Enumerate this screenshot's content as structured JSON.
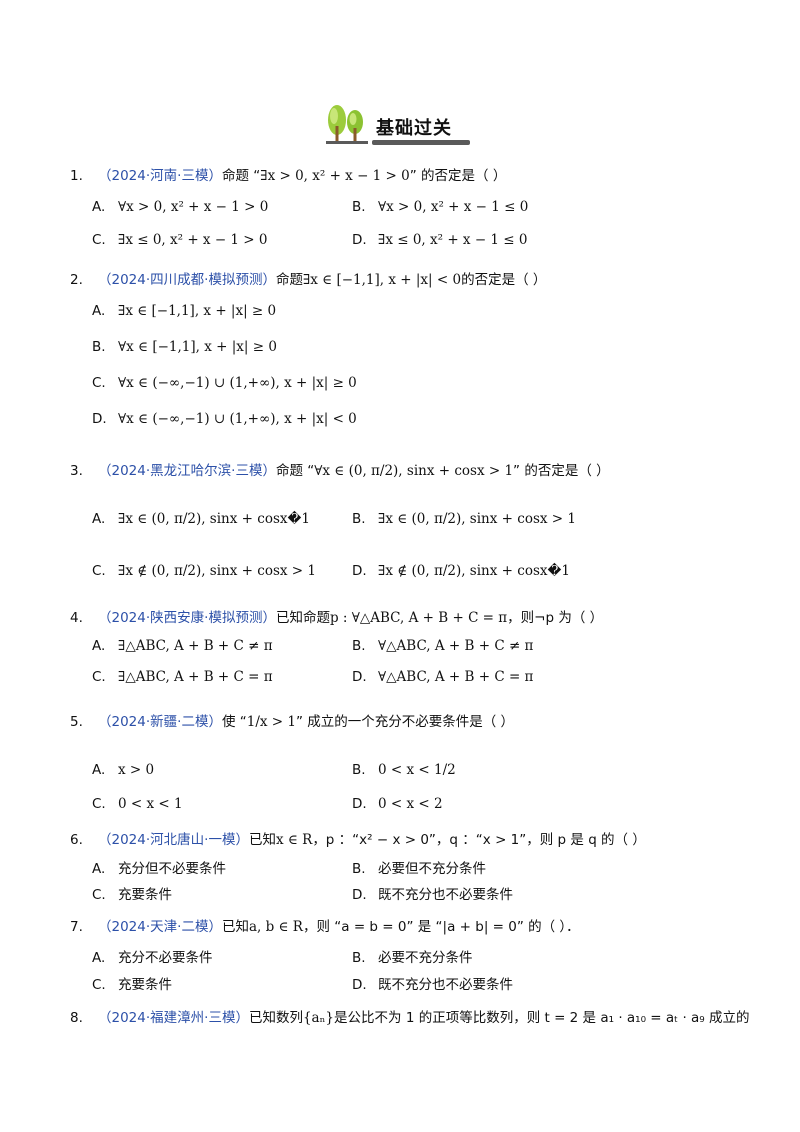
{
  "heading": {
    "title": "基础过关"
  },
  "questions": [
    {
      "num": "1.",
      "src": "（2024·河南·三模）",
      "pre": "命题 “",
      "math": "∃x > 0, x² + x − 1 > 0",
      "post": "” 的否定是（     ）",
      "options": [
        {
          "label": "A.",
          "text": "∀x > 0, x² + x − 1 > 0"
        },
        {
          "label": "B.",
          "text": "∀x > 0, x² + x − 1 ≤ 0"
        },
        {
          "label": "C.",
          "text": "∃x ≤ 0, x² + x − 1 > 0"
        },
        {
          "label": "D.",
          "text": "∃x ≤ 0, x² + x − 1 ≤ 0"
        }
      ]
    },
    {
      "num": "2.",
      "src": "（2024·四川成都·模拟预测）",
      "pre": "命题",
      "math": "∃x ∈ [−1,1], x + |x| < 0",
      "post": "的否定是（     ）",
      "options": [
        {
          "label": "A.",
          "text": "∃x ∈ [−1,1], x + |x| ≥ 0"
        },
        {
          "label": "B.",
          "text": "∀x ∈ [−1,1], x + |x| ≥ 0"
        },
        {
          "label": "C.",
          "text": "∀x ∈ (−∞,−1) ∪ (1,+∞), x + |x| ≥ 0"
        },
        {
          "label": "D.",
          "text": "∀x ∈ (−∞,−1) ∪ (1,+∞), x + |x| < 0"
        }
      ]
    },
    {
      "num": "3.",
      "src": "（2024·黑龙江哈尔滨·三模）",
      "pre": "命题 “",
      "math": "∀x ∈ (0, π/2), sinx + cosx > 1",
      "post": "” 的否定是（     ）",
      "options": [
        {
          "label": "A.",
          "text": "∃x ∈ (0, π/2), sinx + cosx�1"
        },
        {
          "label": "B.",
          "text": "∃x ∈ (0, π/2), sinx + cosx > 1"
        },
        {
          "label": "C.",
          "text": "∃x ∉ (0, π/2), sinx + cosx > 1"
        },
        {
          "label": "D.",
          "text": "∃x ∉ (0, π/2), sinx + cosx�1"
        }
      ]
    },
    {
      "num": "4.",
      "src": "（2024·陕西安康·模拟预测）",
      "pre": "已知命题",
      "math": "p : ∀△ABC, A + B + C = π",
      "post": "，则¬p 为（     ）",
      "options": [
        {
          "label": "A.",
          "text": "∃△ABC, A + B + C ≠ π"
        },
        {
          "label": "B.",
          "text": "∀△ABC, A + B + C ≠ π"
        },
        {
          "label": "C.",
          "text": "∃△ABC, A + B + C = π"
        },
        {
          "label": "D.",
          "text": "∀△ABC, A + B + C = π"
        }
      ]
    },
    {
      "num": "5.",
      "src": "（2024·新疆·二模）",
      "pre": "使 “",
      "math": "1/x > 1",
      "post": "” 成立的一个充分不必要条件是（     ）",
      "options": [
        {
          "label": "A.",
          "text": "x > 0"
        },
        {
          "label": "B.",
          "text": "0 < x < 1/2"
        },
        {
          "label": "C.",
          "text": "0 < x < 1"
        },
        {
          "label": "D.",
          "text": "0 < x < 2"
        }
      ]
    },
    {
      "num": "6.",
      "src": "（2024·河北唐山·一模）",
      "pre": "已知",
      "math": "x ∈ R",
      "post": "，p ：“x² − x > 0”，q ：“x > 1”，则 p 是 q 的（     ）",
      "options": [
        {
          "label": "A.",
          "text": "充分但不必要条件"
        },
        {
          "label": "B.",
          "text": "必要但不充分条件"
        },
        {
          "label": "C.",
          "text": "充要条件"
        },
        {
          "label": "D.",
          "text": "既不充分也不必要条件"
        }
      ]
    },
    {
      "num": "7.",
      "src": "（2024·天津·二模）",
      "pre": "已知",
      "math": "a, b ∈ R",
      "post": "，则 “a = b = 0” 是 “|a + b| = 0” 的（     ）．",
      "options": [
        {
          "label": "A.",
          "text": "充分不必要条件"
        },
        {
          "label": "B.",
          "text": "必要不充分条件"
        },
        {
          "label": "C.",
          "text": "充要条件"
        },
        {
          "label": "D.",
          "text": "既不充分也不必要条件"
        }
      ]
    },
    {
      "num": "8.",
      "src": "（2024·福建漳州·三模）",
      "pre": "已知数列",
      "math": "{aₙ}",
      "post": "是公比不为 1 的正项等比数列，则 t = 2 是 a₁ · a₁₀ = aₜ · a₉ 成立的",
      "options": []
    }
  ]
}
